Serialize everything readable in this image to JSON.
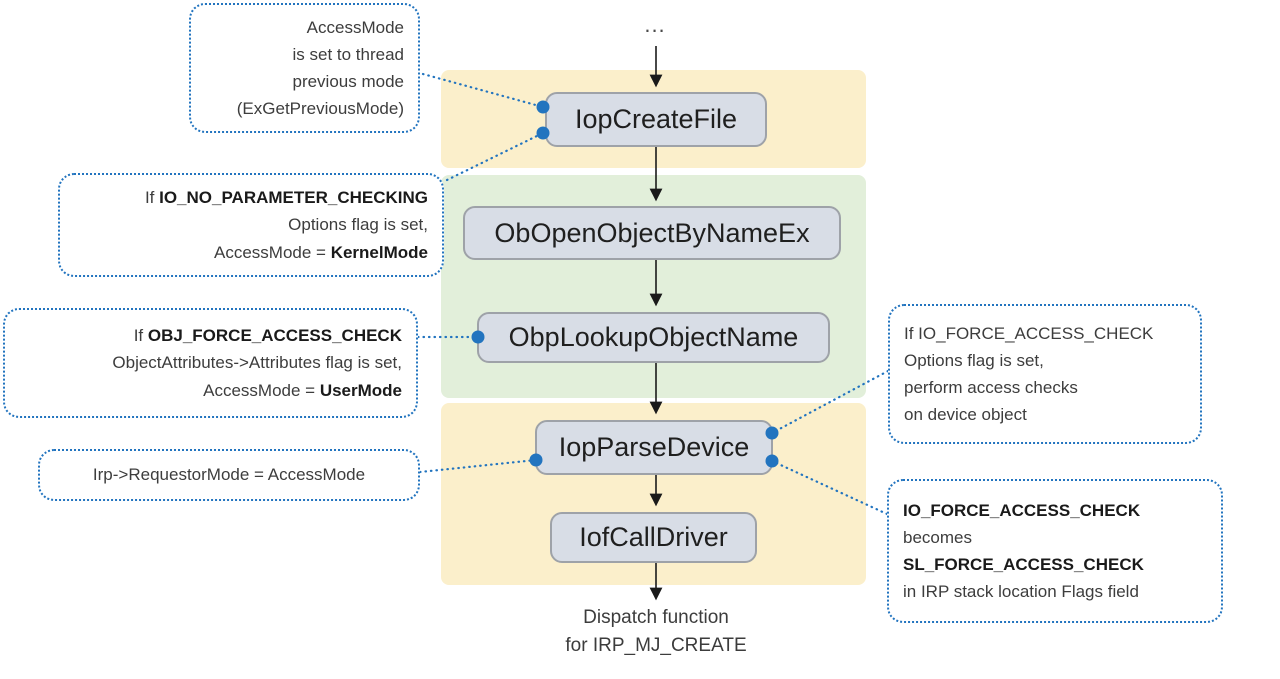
{
  "colors": {
    "band_yellow": "#FBEFCB",
    "band_green": "#E2EFDA",
    "node_fill": "#D8DDE6",
    "node_border": "#9EA2A8",
    "callout_blue": "#2274BF",
    "arrow_black": "#1A1A1A",
    "text_dark": "#3D3D3D"
  },
  "flow": {
    "ellipsis": "...",
    "nodes": [
      {
        "label": "IopCreateFile"
      },
      {
        "label": "ObOpenObjectByNameEx"
      },
      {
        "label": "ObpLookupObjectName"
      },
      {
        "label": "IopParseDevice"
      },
      {
        "label": "IofCallDriver"
      }
    ],
    "terminal": {
      "line1": "Dispatch function",
      "line2": "for IRP_MJ_CREATE"
    }
  },
  "callouts": {
    "prev_mode": {
      "l1": "AccessMode",
      "l2": "is set to thread",
      "l3": "previous mode",
      "l4": "(ExGetPreviousMode)"
    },
    "no_param": {
      "l1a": "If ",
      "l1b": "IO_NO_PARAMETER_CHECKING",
      "l2": "Options flag is set,",
      "l3a": "AccessMode = ",
      "l3b": "KernelMode"
    },
    "obj_force": {
      "l1a": "If ",
      "l1b": "OBJ_FORCE_ACCESS_CHECK",
      "l2": "ObjectAttributes->Attributes flag is set,",
      "l3a": "AccessMode = ",
      "l3b": "UserMode"
    },
    "requestor": {
      "l1": "Irp->RequestorMode = AccessMode"
    },
    "io_force": {
      "l1": "If IO_FORCE_ACCESS_CHECK",
      "l2": "Options flag is set,",
      "l3": "perform access checks",
      "l4": "on device object"
    },
    "sl_force": {
      "l1": "IO_FORCE_ACCESS_CHECK",
      "l2": "becomes",
      "l3": "SL_FORCE_ACCESS_CHECK",
      "l4": "in IRP stack location Flags field"
    }
  }
}
